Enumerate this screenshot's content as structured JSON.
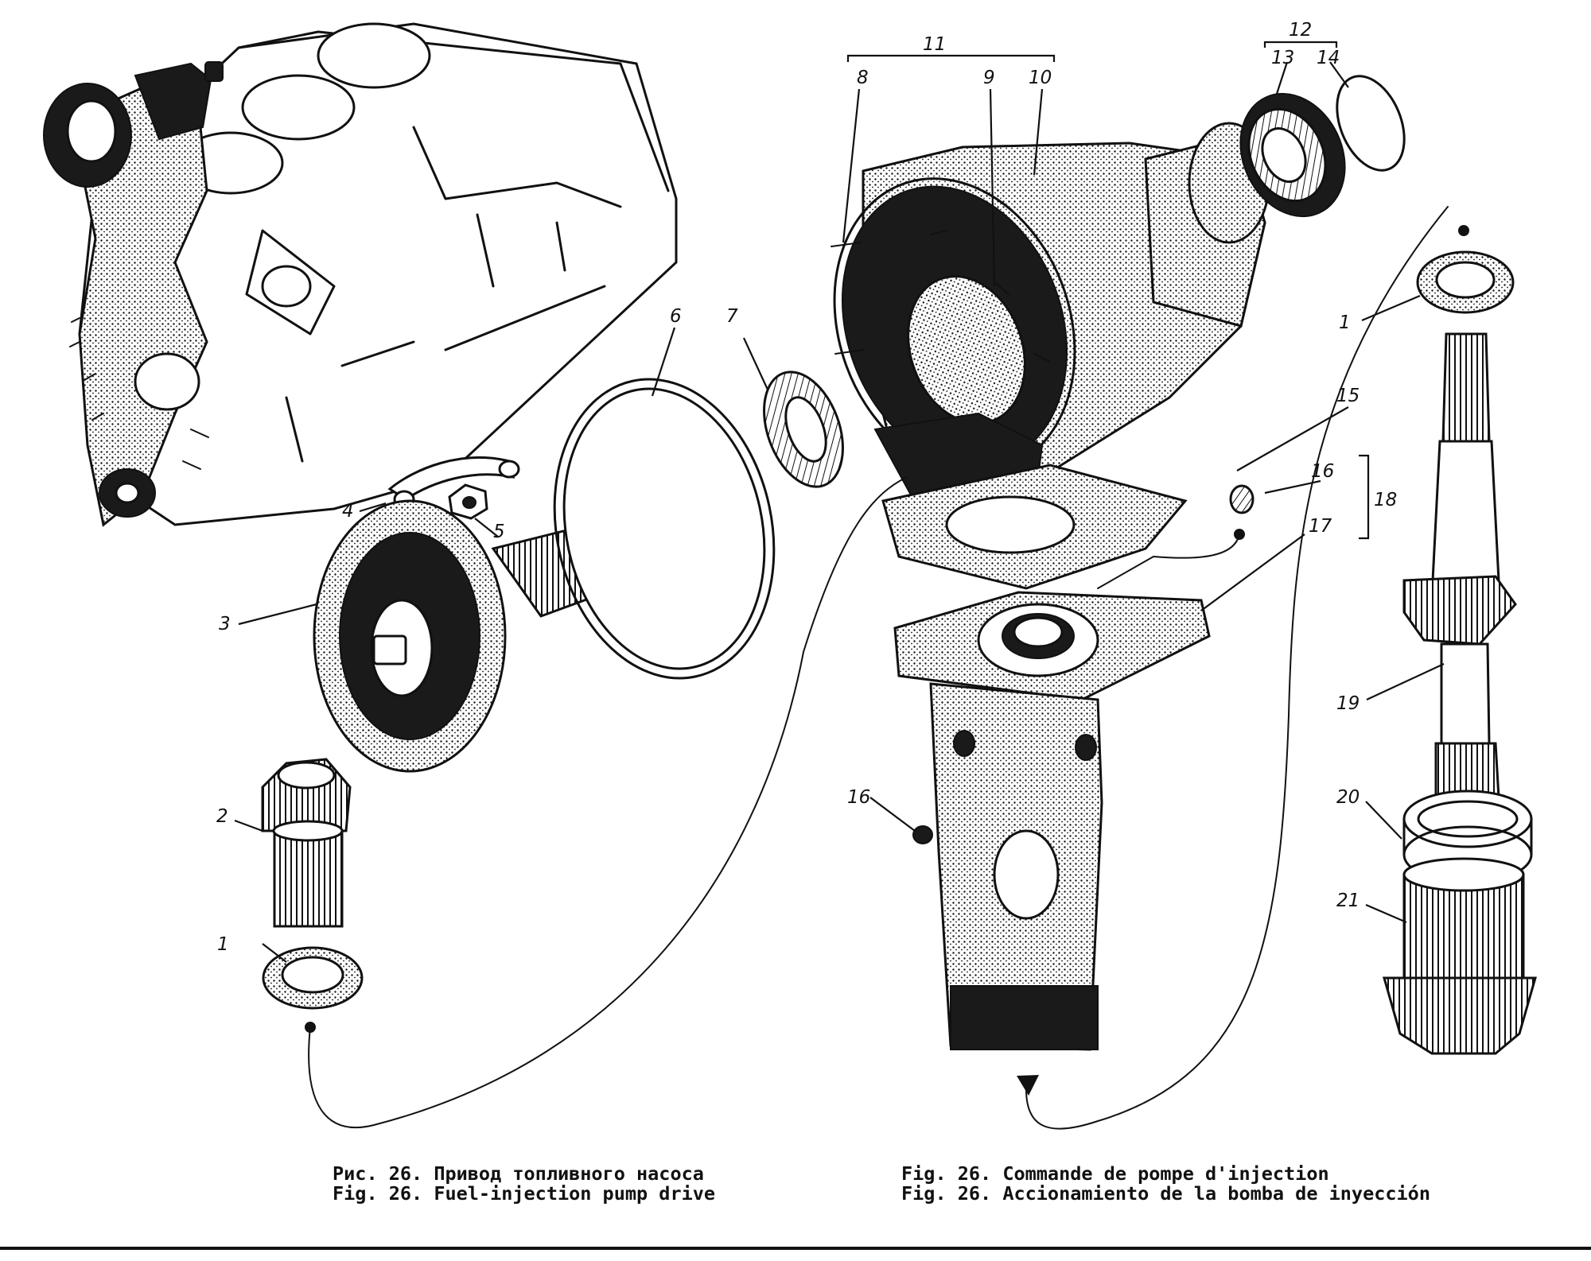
{
  "figure": {
    "part_labels": {
      "p1_top": "1",
      "p1_bottom": "1",
      "p2": "2",
      "p3": "3",
      "p4": "4",
      "p5": "5",
      "p6": "6",
      "p7": "7",
      "p8": "8",
      "p9": "9",
      "p10": "10",
      "p11": "11",
      "p12": "12",
      "p13": "13",
      "p14": "14",
      "p15": "15",
      "p16_top": "16",
      "p16_bottom": "16",
      "p17": "17",
      "p18": "18",
      "p19": "19",
      "p20": "20",
      "p21": "21"
    },
    "captions": {
      "ru": "Рис. 26. Привод топливного насоса",
      "en": "Fig. 26. Fuel-injection pump drive",
      "fr": "Fig. 26. Commande de pompe d'injection",
      "es": "Fig. 26. Accionamiento de la bomba de inyección"
    }
  }
}
